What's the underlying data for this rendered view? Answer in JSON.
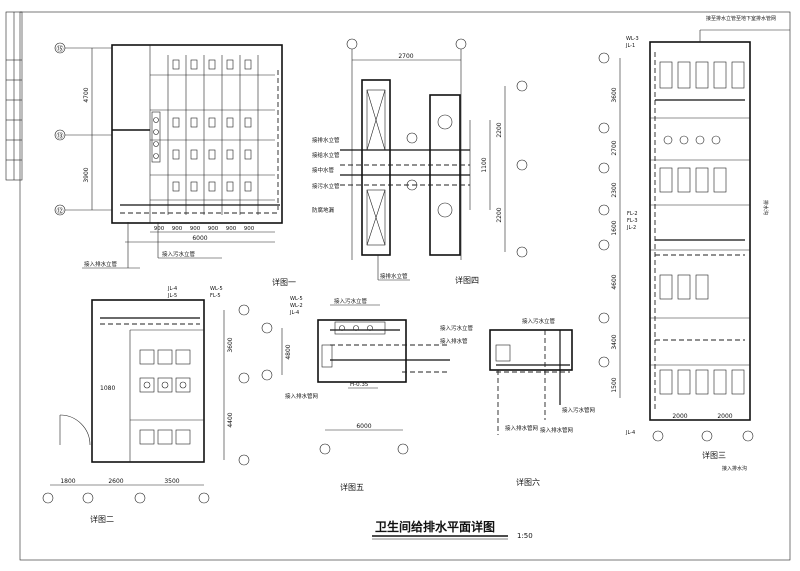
{
  "drawing": {
    "title": "卫生间给排水平面详图",
    "scale": "1:50"
  },
  "details": {
    "d1": {
      "label": "详图一",
      "dims_bottom": [
        "900",
        "900",
        "900",
        "900",
        "900",
        "900"
      ],
      "dim_total": "6000",
      "dims_left": [
        "4700",
        "3900"
      ],
      "axes_left": [
        "⑮",
        "⑬",
        "⑫"
      ],
      "notes": [
        "接入排水立管",
        "接入污水立管"
      ]
    },
    "d2": {
      "label": "详图二",
      "dims_bottom": [
        "1800",
        "2600",
        "3500"
      ],
      "dims_right": [
        "3600",
        "4400"
      ],
      "dim_mid": "1080",
      "tags": [
        "JL-4",
        "JL-5",
        "WL-5",
        "FL-5"
      ]
    },
    "d3": {
      "label": "详图三",
      "dims_bottom": [
        "2000",
        "2000"
      ],
      "dims_left": [
        "3600",
        "2700",
        "2300",
        "1600",
        "4600",
        "3400",
        "1500"
      ],
      "tags": [
        "WL-3",
        "JL-1",
        "FL-2",
        "FL-3",
        "JL-2",
        "JL-4"
      ],
      "notes": [
        "接至排水立管至地下室排水管网",
        "排水沟",
        "接入排水沟"
      ]
    },
    "d4": {
      "label": "详图四",
      "dims_top": [
        "2700"
      ],
      "dims_right": [
        "2200",
        "1100",
        "2200"
      ],
      "notes": [
        "接排水立管",
        "接给水立管",
        "接中水管",
        "接污水立管",
        "防腐地漏",
        "接排水立管"
      ]
    },
    "d5": {
      "label": "详图五",
      "dims_bottom": [
        "6000"
      ],
      "dims_left": [
        "4800"
      ],
      "elev": "H-0.35",
      "tags": [
        "WL-5",
        "WL-2",
        "JL-4"
      ],
      "notes": [
        "接入污水立管",
        "接入污水立管",
        "接入排水管",
        "接入排水管网"
      ]
    },
    "d6": {
      "label": "详图六",
      "notes": [
        "接入污水立管",
        "接入污水管网",
        "接入排水管网",
        "接入排水管网"
      ]
    }
  }
}
